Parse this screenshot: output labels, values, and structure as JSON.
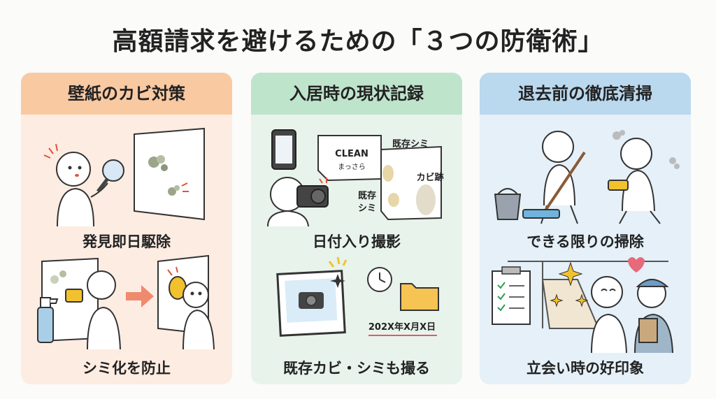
{
  "title": "高額請求を避けるための「３つの防衛術」",
  "columns": [
    {
      "heading": "壁紙のカビ対策",
      "captions": [
        "発見即日駆除",
        "シミ化を防止"
      ]
    },
    {
      "heading": "入居時の現状記録",
      "captions": [
        "日付入り撮影",
        "既存カビ・シミも撮る"
      ],
      "labels": {
        "clean_en": "CLEAN",
        "clean_jp": "まっさら",
        "stain1": "既存シミ",
        "mold": "カビ跡",
        "stain2_line1": "既存",
        "stain2_line2": "シミ",
        "date": "202X年X月X日"
      }
    },
    {
      "heading": "退去前の徹底清掃",
      "captions": [
        "できる限りの掃除",
        "立会い時の好印象"
      ]
    }
  ],
  "colors": {
    "col1_head": "#f9c9a2",
    "col1_body": "#fdece2",
    "col2_head": "#bfe4cc",
    "col2_body": "#e8f3ec",
    "col3_head": "#bad8ee",
    "col3_body": "#e5f0f8",
    "accent_red": "#e0533a",
    "accent_yellow": "#f2c12e"
  },
  "icons": [
    "magnifier-icon",
    "mold-wall-icon",
    "spray-bottle-icon",
    "sponge-icon",
    "arrow-right-icon",
    "smartphone-icon",
    "camera-icon",
    "photo-frame-icon",
    "clock-icon",
    "folder-icon",
    "bucket-icon",
    "mop-icon",
    "checklist-icon",
    "sparkle-icon",
    "heart-icon",
    "inspector-icon"
  ]
}
